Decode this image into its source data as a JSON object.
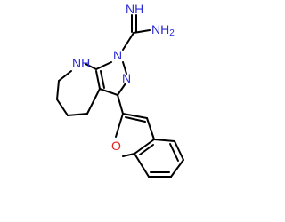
{
  "atoms": {
    "imine": {
      "text": "NH",
      "color": "#2b2bd4"
    },
    "amine": {
      "text": "NH",
      "sub": "2",
      "color": "#2b2bd4"
    },
    "ring_nh": {
      "text": "NH",
      "color": "#2b2bd4"
    },
    "n1": {
      "text": "N",
      "color": "#2b2bd4"
    },
    "n2": {
      "text": "N",
      "color": "#2b2bd4"
    },
    "o": {
      "text": "O",
      "color": "#e0201b"
    }
  },
  "colors": {
    "bond": "#000000",
    "nitrogen": "#2b2bd4",
    "oxygen": "#e0201b"
  }
}
